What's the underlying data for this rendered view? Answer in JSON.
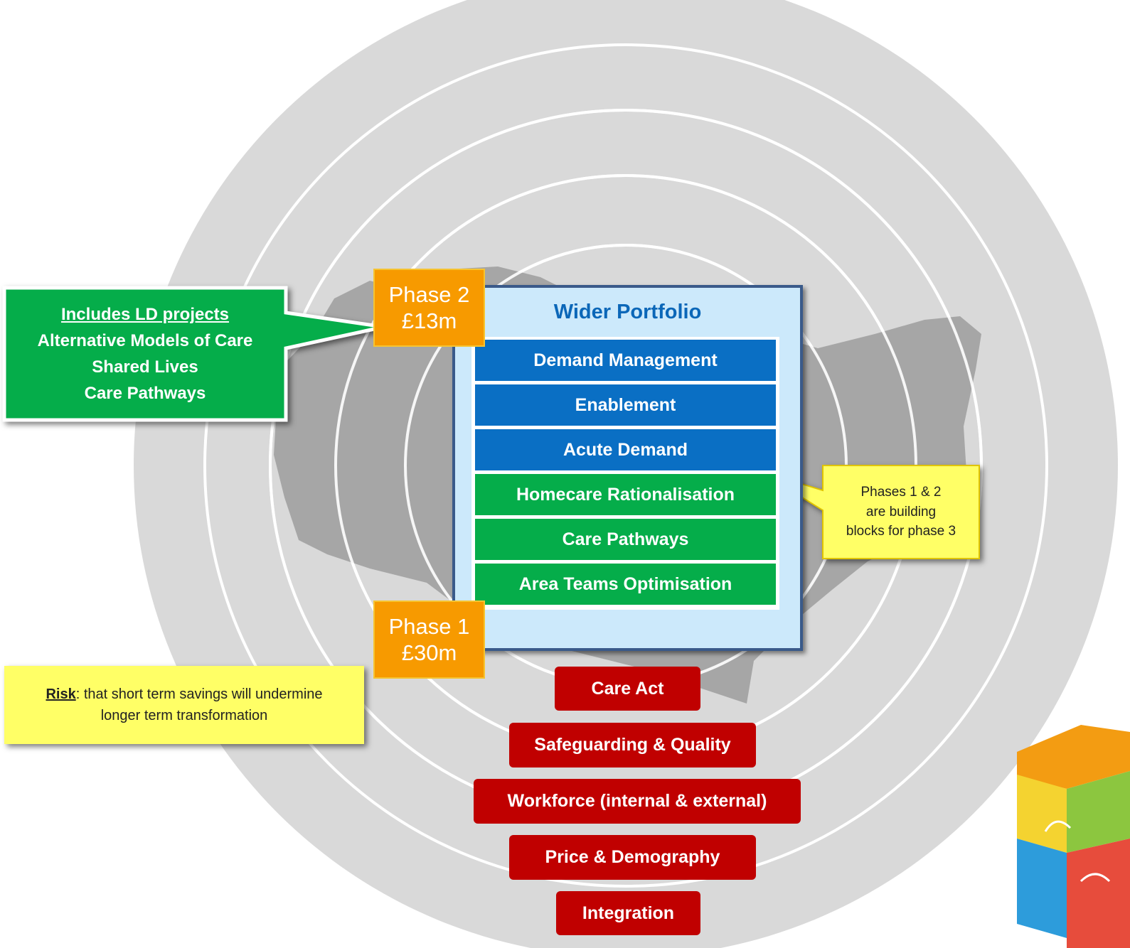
{
  "callout_ld": {
    "title": "Includes  LD projects",
    "lines": [
      "Alternative Models of Care",
      "Shared Lives",
      "Care Pathways"
    ]
  },
  "phase2": {
    "label": "Phase 2",
    "value": "£13m"
  },
  "phase1": {
    "label": "Phase 1",
    "value": "£30m"
  },
  "portfolio": {
    "title": "Wider Portfolio",
    "items": [
      {
        "label": "Demand Management",
        "color": "#0a6fc4"
      },
      {
        "label": "Enablement",
        "color": "#0a6fc4"
      },
      {
        "label": "Acute Demand",
        "color": "#0a6fc4"
      },
      {
        "label": "Homecare  Rationalisation",
        "color": "#05ad4a"
      },
      {
        "label": "Care Pathways",
        "color": "#05ad4a"
      },
      {
        "label": "Area Teams Optimisation",
        "color": "#05ad4a"
      }
    ]
  },
  "note": {
    "lines": [
      "Phases 1 & 2",
      "are building",
      "blocks for phase 3"
    ]
  },
  "risk": {
    "label": "Risk",
    "text": ":  that short term savings will undermine",
    "line2": "longer term transformation"
  },
  "enablers": [
    "Care Act",
    "Safeguarding & Quality",
    "Workforce (internal & external)",
    "Price & Demography",
    "Integration"
  ],
  "colors": {
    "ring": "#d9d9d9",
    "map": "#a6a6a6",
    "phase": "#f79a00",
    "enabler": "#c00000",
    "callout": "#05ad4a",
    "note": "#ffff66"
  }
}
